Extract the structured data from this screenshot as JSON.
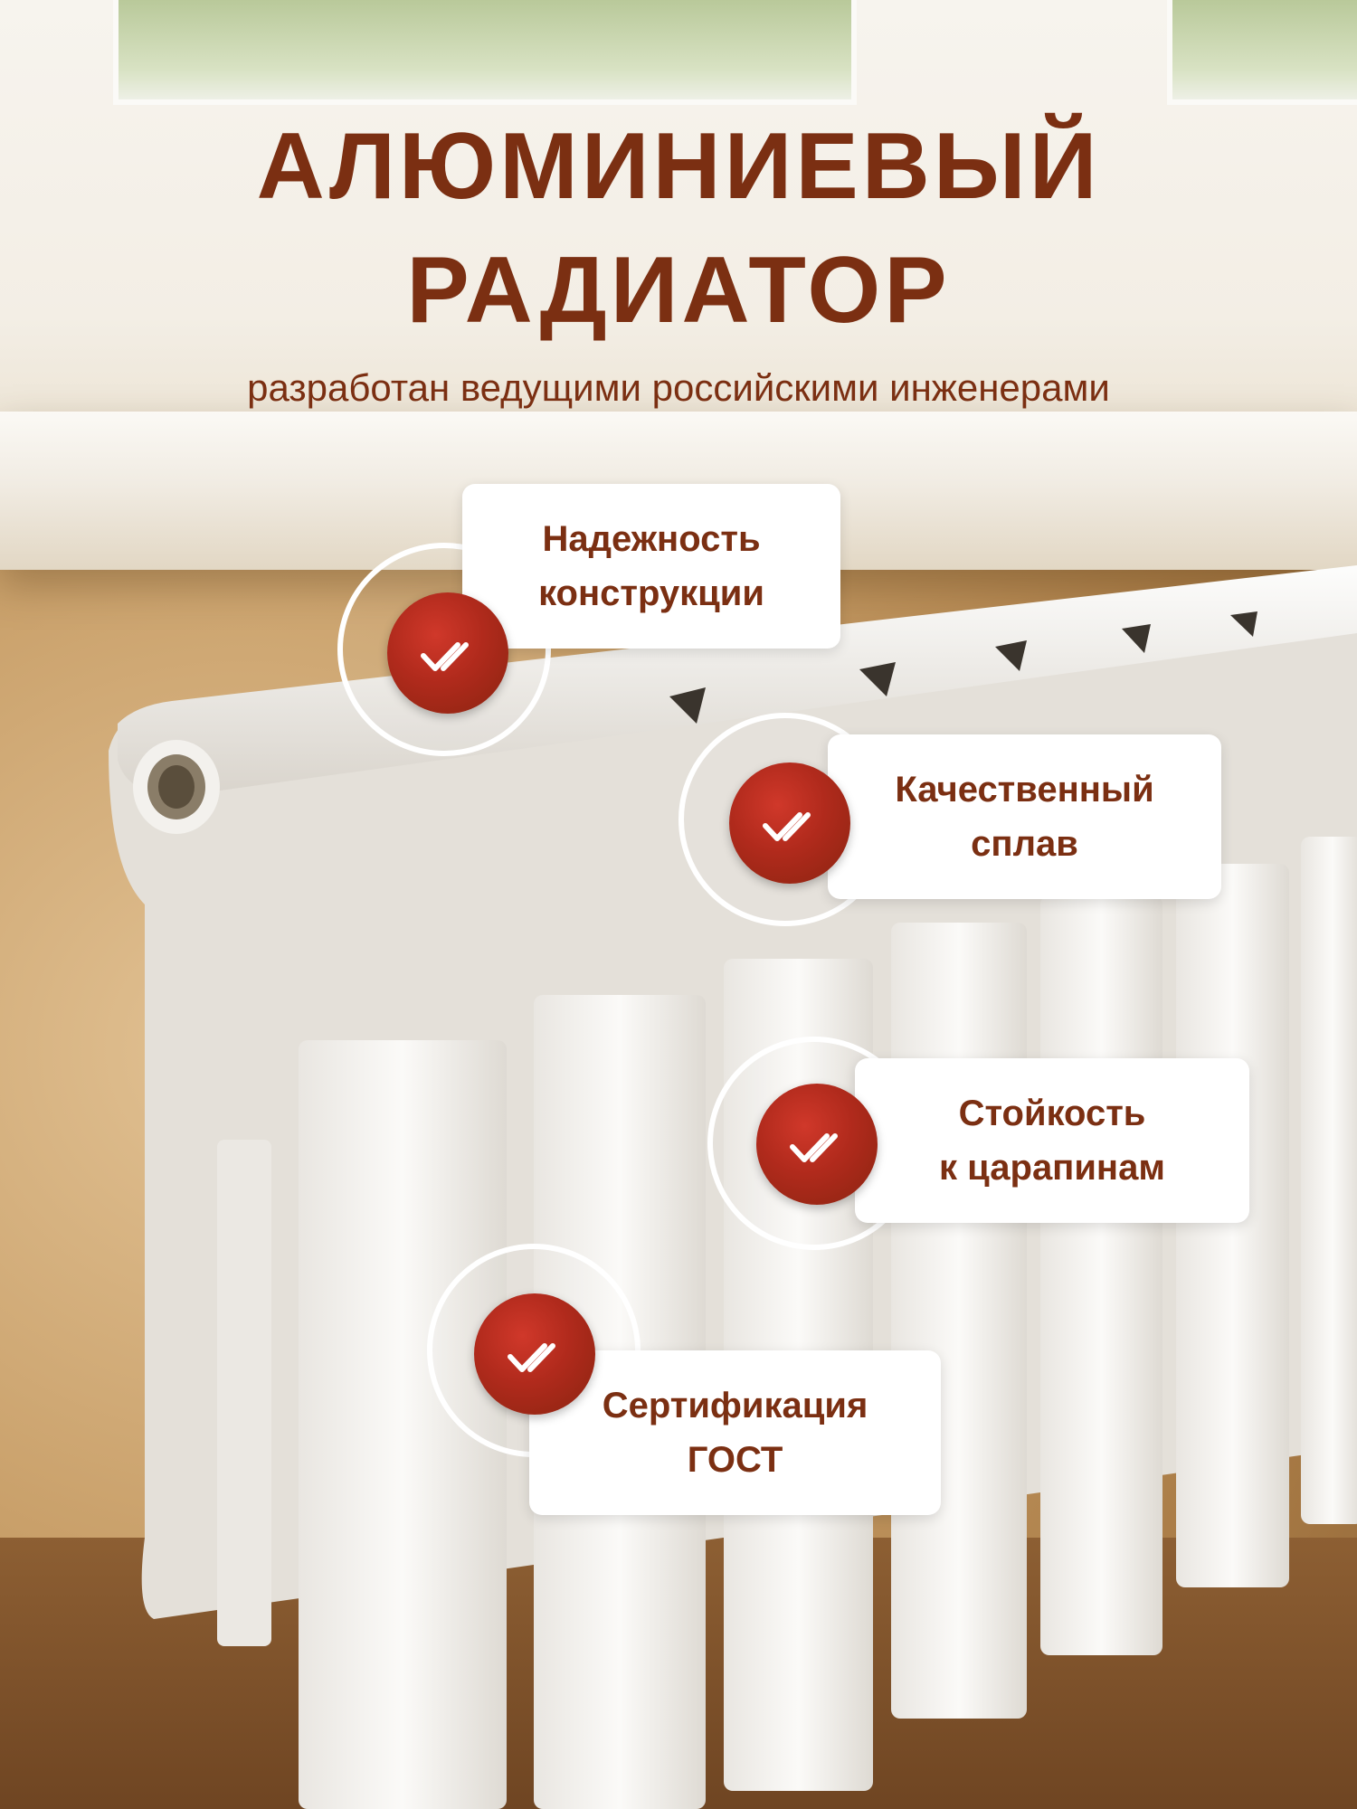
{
  "header": {
    "title_line1": "АЛЮМИНИЕВЫЙ",
    "title_line2": "РАДИАТОР",
    "subtitle": "разработан ведущими российскими инженерами"
  },
  "features": [
    {
      "line1": "Надежность",
      "line2": "конструкции",
      "icon": "double-check-icon"
    },
    {
      "line1": "Качественный",
      "line2": "сплав",
      "icon": "double-check-icon"
    },
    {
      "line1": "Стойкость",
      "line2": "к царапинам",
      "icon": "double-check-icon"
    },
    {
      "line1": "Сертификация",
      "line2": "ГОСТ",
      "icon": "double-check-icon"
    }
  ],
  "colors": {
    "title": "#7b2f12",
    "check_badge": "#b02a1c",
    "card_bg": "#ffffff",
    "wall": "#c9a06a"
  }
}
